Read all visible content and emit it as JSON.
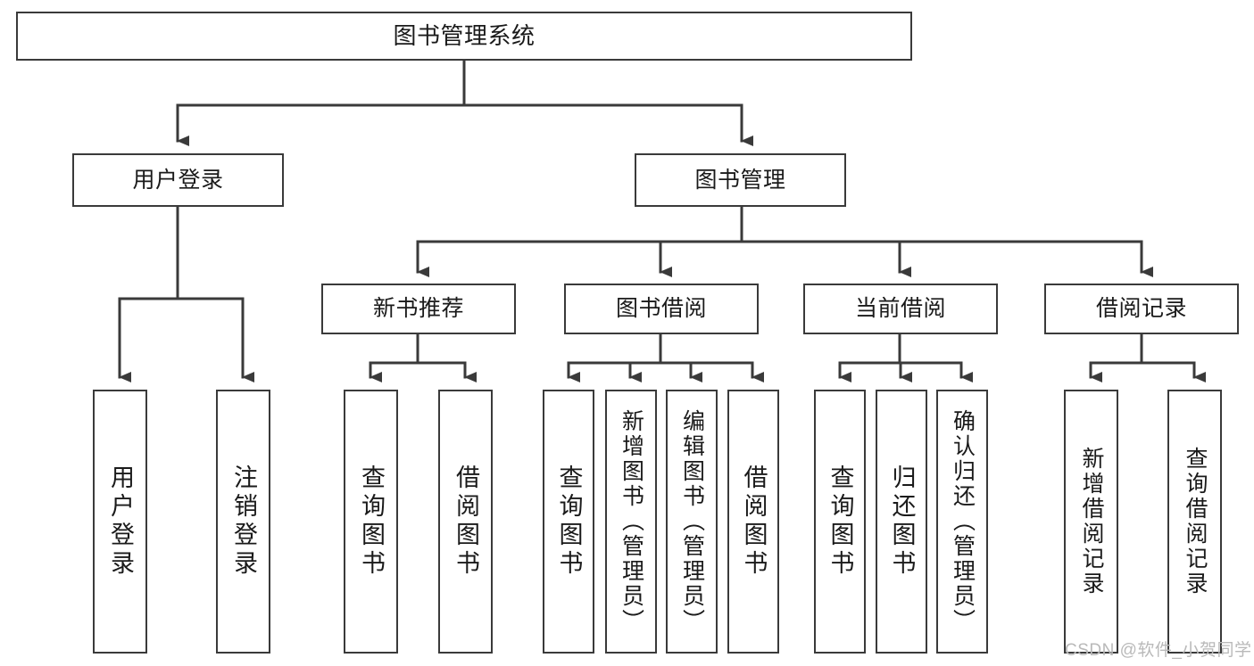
{
  "diagram": {
    "title": "图书管理系统",
    "type": "tree",
    "stroke_color": "#3a3a3a",
    "background_color": "#ffffff",
    "nodes": {
      "root": {
        "label": "图书管理系统"
      },
      "level2": [
        {
          "id": "user-login",
          "label": "用户登录"
        },
        {
          "id": "book-manage",
          "label": "图书管理"
        }
      ],
      "level3": [
        {
          "id": "new-book-recommend",
          "label": "新书推荐"
        },
        {
          "id": "book-borrow",
          "label": "图书借阅"
        },
        {
          "id": "current-borrow",
          "label": "当前借阅"
        },
        {
          "id": "borrow-record",
          "label": "借阅记录"
        }
      ],
      "leaves": {
        "user-login": [
          {
            "id": "leaf-user-login",
            "label": "用户登录"
          },
          {
            "id": "leaf-user-logout",
            "label": "注销登录"
          }
        ],
        "new-book-recommend": [
          {
            "id": "leaf-query-book-1",
            "label": "查询图书"
          },
          {
            "id": "leaf-borrow-book-1",
            "label": "借阅图书"
          }
        ],
        "book-borrow": [
          {
            "id": "leaf-query-book-2",
            "label": "查询图书"
          },
          {
            "id": "leaf-add-book",
            "label": "新增图书（管理员）"
          },
          {
            "id": "leaf-edit-book",
            "label": "编辑图书（管理员）"
          },
          {
            "id": "leaf-borrow-book-2",
            "label": "借阅图书"
          }
        ],
        "current-borrow": [
          {
            "id": "leaf-query-book-3",
            "label": "查询图书"
          },
          {
            "id": "leaf-return-book",
            "label": "归还图书"
          },
          {
            "id": "leaf-confirm-return",
            "label": "确认归还（管理员）"
          }
        ],
        "borrow-record": [
          {
            "id": "leaf-add-record",
            "label": "新增借阅记录"
          },
          {
            "id": "leaf-query-record",
            "label": "查询借阅记录"
          }
        ]
      }
    },
    "watermark": "CSDN @软件_小贺同学"
  }
}
